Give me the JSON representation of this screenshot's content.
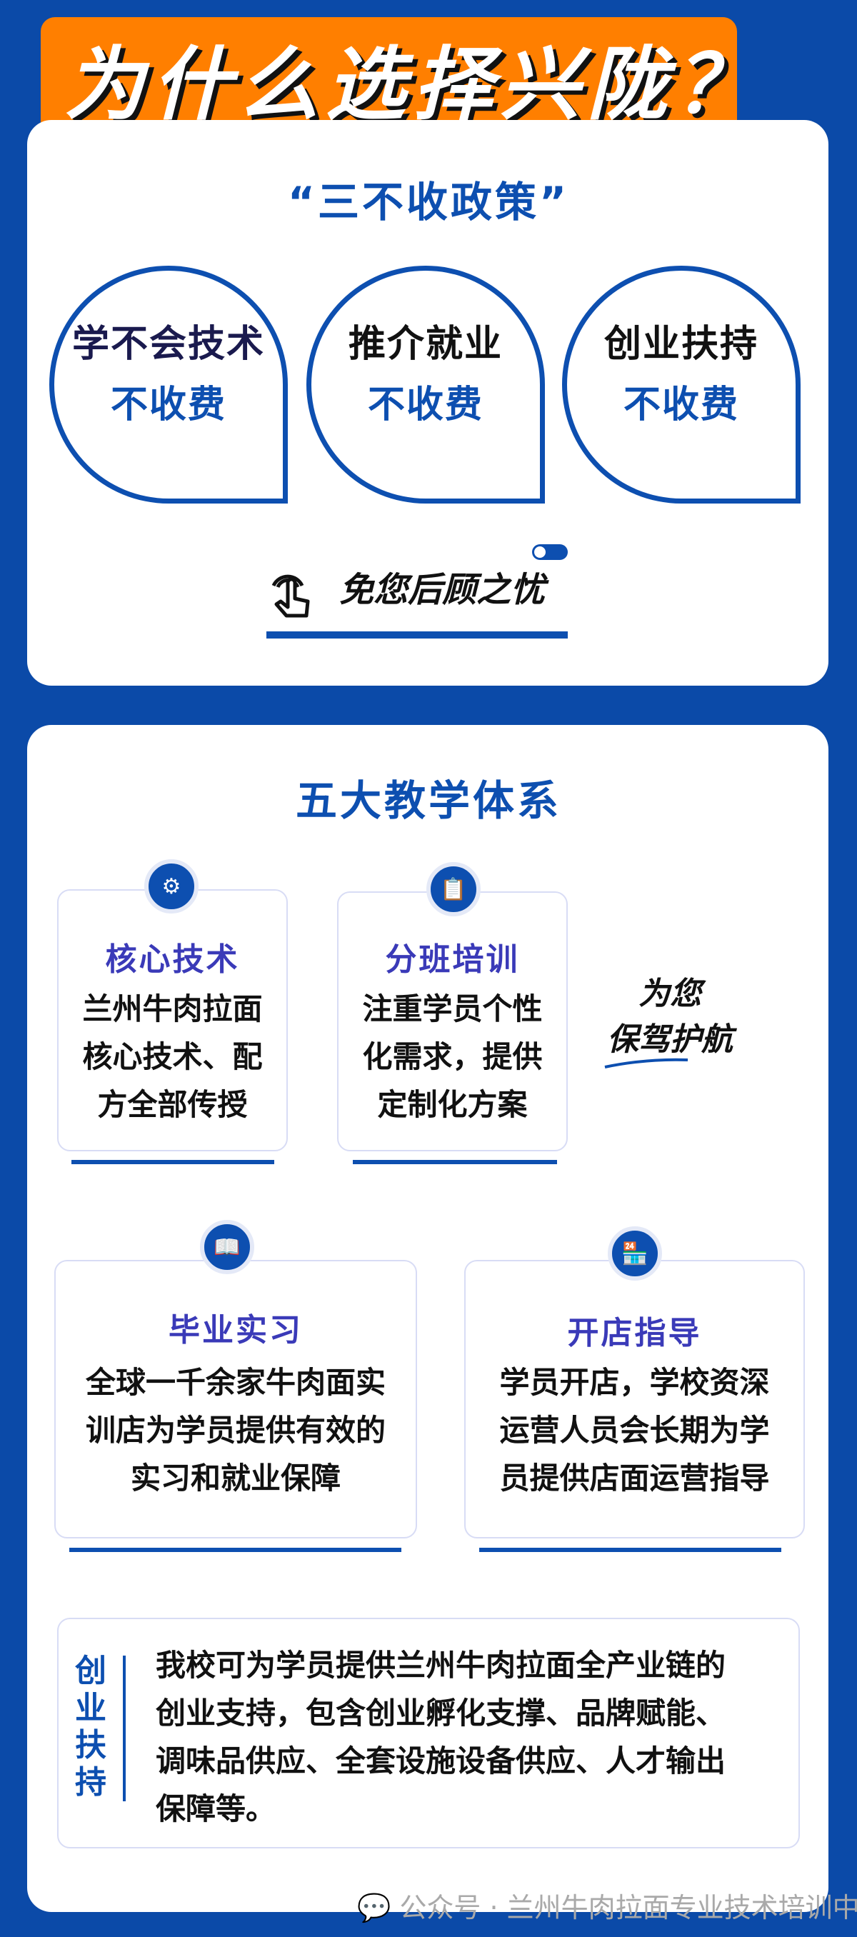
{
  "banner": {
    "title": "为什么选择兴陇？"
  },
  "policy": {
    "title": "“三不收政策”",
    "bubbles": [
      {
        "line1": "学不会技术",
        "line2": "不收费"
      },
      {
        "line1": "推介就业",
        "line2": "不收费"
      },
      {
        "line1": "创业扶持",
        "line2": "不收费"
      }
    ],
    "slogan": "免您后顾之忧"
  },
  "system": {
    "title": "五大教学体系",
    "items": [
      {
        "title": "核心技术",
        "lines": [
          "兰州牛肉拉面",
          "核心技术、配",
          "方全部传授"
        ]
      },
      {
        "title": "分班培训",
        "lines": [
          "注重学员个性",
          "化需求，提供",
          "定制化方案"
        ]
      },
      {
        "title": "毕业实习",
        "lines": [
          "全球一千余家牛肉面实",
          "训店为学员提供有效的",
          "实习和就业保障"
        ]
      },
      {
        "title": "开店指导",
        "lines": [
          "学员开店，学校资深",
          "运营人员会长期为学",
          "员提供店面运营指导"
        ]
      }
    ],
    "escort": [
      "为您",
      "保驾护航"
    ],
    "startup": {
      "label": [
        "创",
        "业",
        "扶",
        "持"
      ],
      "lines": [
        "我校可为学员提供兰州牛肉拉面全产业链的",
        "创业支持，包含创业孵化支撑、品牌赋能、",
        "调味品供应、全套设施设备供应、人才输出",
        "保障等。"
      ]
    }
  },
  "watermark": "公众号 · 兰州牛肉拉面专业技术培训中心",
  "colors": {
    "background": "#0b4aa8",
    "accent": "#ff7f00",
    "primary": "#0d4fb0"
  }
}
